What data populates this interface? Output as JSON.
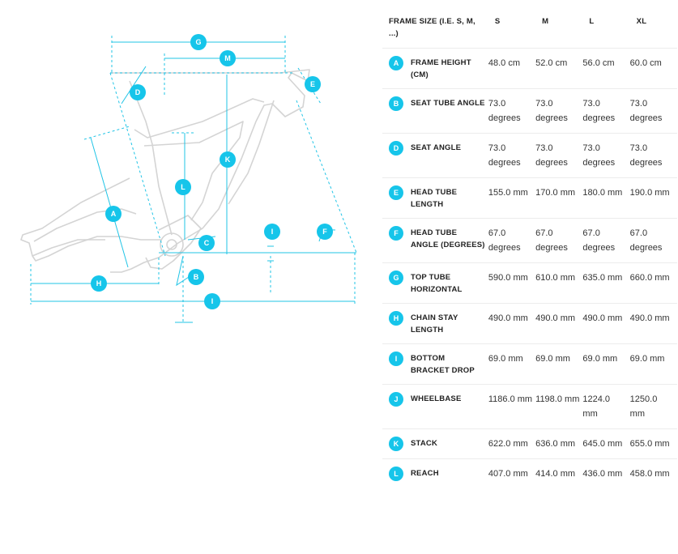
{
  "diagram": {
    "badges": [
      "A",
      "B",
      "C",
      "D",
      "E",
      "F",
      "G",
      "H",
      "I",
      "K",
      "L",
      "M"
    ]
  },
  "table": {
    "header": {
      "label": "FRAME SIZE (I.E. S, M, ...)",
      "sizes": [
        "S",
        "M",
        "L",
        "XL"
      ]
    },
    "rows": [
      {
        "badge": "A",
        "label": "FRAME HEIGHT (CM)",
        "values": [
          "48.0 cm",
          "52.0 cm",
          "56.0 cm",
          "60.0 cm"
        ]
      },
      {
        "badge": "B",
        "label": "SEAT TUBE ANGLE",
        "values": [
          "73.0 degrees",
          "73.0 degrees",
          "73.0 degrees",
          "73.0 degrees"
        ]
      },
      {
        "badge": "D",
        "label": "SEAT ANGLE",
        "values": [
          "73.0 degrees",
          "73.0 degrees",
          "73.0 degrees",
          "73.0 degrees"
        ]
      },
      {
        "badge": "E",
        "label": "HEAD TUBE LENGTH",
        "values": [
          "155.0 mm",
          "170.0 mm",
          "180.0 mm",
          "190.0 mm"
        ]
      },
      {
        "badge": "F",
        "label": "HEAD TUBE ANGLE (DEGREES)",
        "values": [
          "67.0 degrees",
          "67.0 degrees",
          "67.0 degrees",
          "67.0 degrees"
        ]
      },
      {
        "badge": "G",
        "label": "TOP TUBE HORIZONTAL",
        "values": [
          "590.0 mm",
          "610.0 mm",
          "635.0 mm",
          "660.0 mm"
        ]
      },
      {
        "badge": "H",
        "label": "CHAIN STAY LENGTH",
        "values": [
          "490.0 mm",
          "490.0 mm",
          "490.0 mm",
          "490.0 mm"
        ]
      },
      {
        "badge": "I",
        "label": "BOTTOM BRACKET DROP",
        "values": [
          "69.0 mm",
          "69.0 mm",
          "69.0 mm",
          "69.0 mm"
        ]
      },
      {
        "badge": "J",
        "label": "WHEELBASE",
        "values": [
          "1186.0 mm",
          "1198.0 mm",
          "1224.0 mm",
          "1250.0 mm"
        ]
      },
      {
        "badge": "K",
        "label": "STACK",
        "values": [
          "622.0 mm",
          "636.0 mm",
          "645.0 mm",
          "655.0 mm"
        ]
      },
      {
        "badge": "L",
        "label": "REACH",
        "values": [
          "407.0 mm",
          "414.0 mm",
          "436.0 mm",
          "458.0 mm"
        ]
      }
    ]
  },
  "colors": {
    "accent": "#16c5ea",
    "frame": "#d4d4d4",
    "divider": "#ececec"
  }
}
